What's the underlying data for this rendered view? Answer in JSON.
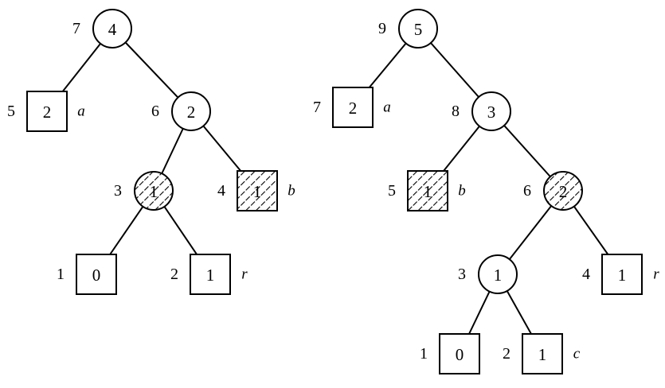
{
  "trees": [
    {
      "nodes": [
        {
          "id": "L7",
          "shape": "circle",
          "value": "4",
          "number": "7",
          "label": "",
          "hatched": false
        },
        {
          "id": "L5",
          "shape": "square",
          "value": "2",
          "number": "5",
          "label": "a",
          "hatched": false
        },
        {
          "id": "L6",
          "shape": "circle",
          "value": "2",
          "number": "6",
          "label": "",
          "hatched": false
        },
        {
          "id": "L3",
          "shape": "circle",
          "value": "1",
          "number": "3",
          "label": "",
          "hatched": true
        },
        {
          "id": "L4",
          "shape": "square",
          "value": "1",
          "number": "4",
          "label": "b",
          "hatched": true
        },
        {
          "id": "L1",
          "shape": "square",
          "value": "0",
          "number": "1",
          "label": "",
          "hatched": false
        },
        {
          "id": "L2",
          "shape": "square",
          "value": "1",
          "number": "2",
          "label": "r",
          "hatched": false
        }
      ],
      "edges": [
        [
          "L7",
          "L5"
        ],
        [
          "L7",
          "L6"
        ],
        [
          "L6",
          "L3"
        ],
        [
          "L6",
          "L4"
        ],
        [
          "L3",
          "L1"
        ],
        [
          "L3",
          "L2"
        ]
      ]
    },
    {
      "nodes": [
        {
          "id": "R9",
          "shape": "circle",
          "value": "5",
          "number": "9",
          "label": "",
          "hatched": false
        },
        {
          "id": "R7",
          "shape": "square",
          "value": "2",
          "number": "7",
          "label": "a",
          "hatched": false
        },
        {
          "id": "R8",
          "shape": "circle",
          "value": "3",
          "number": "8",
          "label": "",
          "hatched": false
        },
        {
          "id": "R5",
          "shape": "square",
          "value": "1",
          "number": "5",
          "label": "b",
          "hatched": true
        },
        {
          "id": "R6",
          "shape": "circle",
          "value": "2",
          "number": "6",
          "label": "",
          "hatched": true
        },
        {
          "id": "R3",
          "shape": "circle",
          "value": "1",
          "number": "3",
          "label": "",
          "hatched": false
        },
        {
          "id": "R4",
          "shape": "square",
          "value": "1",
          "number": "4",
          "label": "r",
          "hatched": false
        },
        {
          "id": "R1",
          "shape": "square",
          "value": "0",
          "number": "1",
          "label": "",
          "hatched": false
        },
        {
          "id": "R2",
          "shape": "square",
          "value": "1",
          "number": "2",
          "label": "c",
          "hatched": false
        }
      ],
      "edges": [
        [
          "R9",
          "R7"
        ],
        [
          "R9",
          "R8"
        ],
        [
          "R8",
          "R5"
        ],
        [
          "R8",
          "R6"
        ],
        [
          "R6",
          "R3"
        ],
        [
          "R6",
          "R4"
        ],
        [
          "R3",
          "R1"
        ],
        [
          "R3",
          "R2"
        ]
      ]
    }
  ]
}
